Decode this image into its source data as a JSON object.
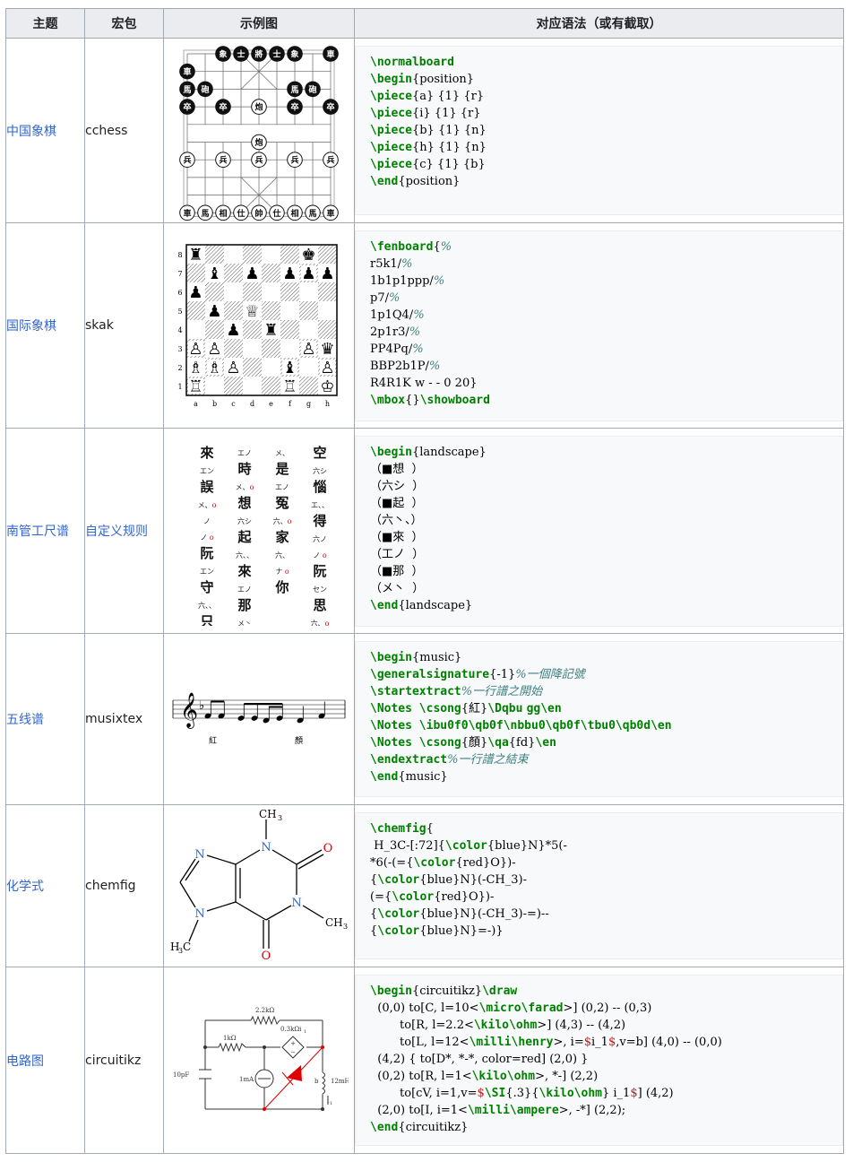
{
  "headers": [
    "主题",
    "宏包",
    "示例图",
    "对应语法（或有截取）"
  ],
  "rows": [
    {
      "topic": "中国象棋",
      "topic_link": true,
      "package": "cchess",
      "package_link": false,
      "code": [
        [
          [
            "kw",
            "\\normalboard"
          ]
        ],
        [
          [
            "kw",
            "\\begin"
          ],
          [
            "t",
            "{position}"
          ]
        ],
        [
          [
            "kw",
            "\\piece"
          ],
          [
            "t",
            "{a} {1} {r}"
          ]
        ],
        [
          [
            "kw",
            "\\piece"
          ],
          [
            "t",
            "{i} {1} {r}"
          ]
        ],
        [
          [
            "kw",
            "\\piece"
          ],
          [
            "t",
            "{b} {1} {n}"
          ]
        ],
        [
          [
            "kw",
            "\\piece"
          ],
          [
            "t",
            "{h} {1} {n}"
          ]
        ],
        [
          [
            "kw",
            "\\piece"
          ],
          [
            "t",
            "{c} {1} {b}"
          ]
        ],
        [
          [
            "kw",
            "\\end"
          ],
          [
            "t",
            "{position}"
          ]
        ]
      ]
    },
    {
      "topic": "国际象棋",
      "topic_link": true,
      "package": "skak",
      "package_link": false,
      "code": [
        [
          [
            "kw",
            "\\fenboard"
          ],
          [
            "t",
            "{"
          ],
          [
            "cm",
            "%"
          ]
        ],
        [
          [
            "t",
            "r5k1/"
          ],
          [
            "cm",
            "%"
          ]
        ],
        [
          [
            "t",
            "1b1p1ppp/"
          ],
          [
            "cm",
            "%"
          ]
        ],
        [
          [
            "t",
            "p7/"
          ],
          [
            "cm",
            "%"
          ]
        ],
        [
          [
            "t",
            "1p1Q4/"
          ],
          [
            "cm",
            "%"
          ]
        ],
        [
          [
            "t",
            "2p1r3/"
          ],
          [
            "cm",
            "%"
          ]
        ],
        [
          [
            "t",
            "PP4Pq/"
          ],
          [
            "cm",
            "%"
          ]
        ],
        [
          [
            "t",
            "BBP2b1P/"
          ],
          [
            "cm",
            "%"
          ]
        ],
        [
          [
            "t",
            "R4R1K w - - 0 20}"
          ]
        ],
        [
          [
            "kw",
            "\\mbox"
          ],
          [
            "t",
            "{}"
          ],
          [
            "kw",
            "\\showboard"
          ]
        ]
      ]
    },
    {
      "topic": "南管工尺谱",
      "topic_link": true,
      "package": "自定义规则",
      "package_link": true,
      "code": [
        [
          [
            "kw",
            "\\begin"
          ],
          [
            "t",
            "{landscape}"
          ]
        ],
        [
          [
            "t",
            "（■想  ）"
          ]
        ],
        [
          [
            "t",
            "（六シ  ）"
          ]
        ],
        [
          [
            "t",
            "（■起  ）"
          ]
        ],
        [
          [
            "t",
            "（六丶、）"
          ]
        ],
        [
          [
            "t",
            "（■來  ）"
          ]
        ],
        [
          [
            "t",
            "（工ノ  ）"
          ]
        ],
        [
          [
            "t",
            "（■那  ）"
          ]
        ],
        [
          [
            "t",
            "（メ丶  ）"
          ]
        ],
        [
          [
            "kw",
            "\\end"
          ],
          [
            "t",
            "{landscape}"
          ]
        ]
      ]
    },
    {
      "topic": "五线谱",
      "topic_link": true,
      "package": "musixtex",
      "package_link": false,
      "code": [
        [
          [
            "kw",
            "\\begin"
          ],
          [
            "t",
            "{music}"
          ]
        ],
        [
          [
            "kw",
            "\\generalsignature"
          ],
          [
            "t",
            "{-1}"
          ],
          [
            "cm",
            "%一個降記號"
          ]
        ],
        [
          [
            "kw",
            "\\startextract"
          ],
          [
            "cm",
            "%一行譜之開始"
          ]
        ],
        [
          [
            "kw",
            "\\Notes \\csong"
          ],
          [
            "t",
            "{紅}"
          ],
          [
            "kw",
            "\\Dqbu"
          ],
          [
            "t",
            " "
          ],
          [
            "kw",
            "gg\\en"
          ]
        ],
        [
          [
            "kw",
            "\\Notes \\ibu0f0\\qb0f\\nbbu0\\qb0f\\tbu0\\qb0d\\en"
          ]
        ],
        [
          [
            "kw",
            "\\Notes \\csong"
          ],
          [
            "t",
            "{顏}"
          ],
          [
            "kw",
            "\\qa"
          ],
          [
            "t",
            "{fd}"
          ],
          [
            "kw",
            "\\en"
          ]
        ],
        [
          [
            "kw",
            "\\endextract"
          ],
          [
            "cm",
            "%一行譜之結束"
          ]
        ],
        [
          [
            "kw",
            "\\end"
          ],
          [
            "t",
            "{music}"
          ]
        ]
      ]
    },
    {
      "topic": "化学式",
      "topic_link": true,
      "package": "chemfig",
      "package_link": false,
      "code": [
        [
          [
            "kw",
            "\\chemfig"
          ],
          [
            "t",
            "{"
          ]
        ],
        [
          [
            "t",
            " H_3C-[:72]{"
          ],
          [
            "kw",
            "\\color"
          ],
          [
            "t",
            "{blue}N}*5(-"
          ]
        ],
        [
          [
            "t",
            "*6(-(={"
          ],
          [
            "kw",
            "\\color"
          ],
          [
            "t",
            "{red}O})-"
          ]
        ],
        [
          [
            "t",
            "{"
          ],
          [
            "kw",
            "\\color"
          ],
          [
            "t",
            "{blue}N}(-CH_3)-"
          ]
        ],
        [
          [
            "t",
            "(={"
          ],
          [
            "kw",
            "\\color"
          ],
          [
            "t",
            "{red}O})-"
          ]
        ],
        [
          [
            "t",
            "{"
          ],
          [
            "kw",
            "\\color"
          ],
          [
            "t",
            "{blue}N}(-CH_3)-=)--"
          ]
        ],
        [
          [
            "t",
            "{"
          ],
          [
            "kw",
            "\\color"
          ],
          [
            "t",
            "{blue}N}=-)}"
          ]
        ]
      ]
    },
    {
      "topic": "电路图",
      "topic_link": true,
      "package": "circuitikz",
      "package_link": false,
      "code": [
        [
          [
            "kw",
            "\\begin"
          ],
          [
            "t",
            "{circuitikz}"
          ],
          [
            "kw",
            "\\draw"
          ]
        ],
        [
          [
            "t",
            "  (0,0) to[C, l=10<"
          ],
          [
            "kw",
            "\\micro\\farad"
          ],
          [
            "t",
            ">] (0,2) -- (0,3)"
          ]
        ],
        [
          [
            "t",
            "        to[R, l=2.2<"
          ],
          [
            "kw",
            "\\kilo\\ohm"
          ],
          [
            "t",
            ">] (4,3) -- (4,2)"
          ]
        ],
        [
          [
            "t",
            "        to[L, l=12<"
          ],
          [
            "kw",
            "\\milli\\henry"
          ],
          [
            "t",
            ">, i="
          ],
          [
            "dl",
            "$"
          ],
          [
            "t",
            "i_1"
          ],
          [
            "dl",
            "$"
          ],
          [
            "t",
            ",v=b] (4,0) -- (0,0)"
          ]
        ],
        [
          [
            "t",
            "  (4,2) { to[D*, *-*, color=red] (2,0) }"
          ]
        ],
        [
          [
            "t",
            "  (0,2) to[R, l=1<"
          ],
          [
            "kw",
            "\\kilo\\ohm"
          ],
          [
            "t",
            ">, *-] (2,2)"
          ]
        ],
        [
          [
            "t",
            "        to[cV, i=1,v="
          ],
          [
            "dl",
            "$"
          ],
          [
            "kw",
            "\\SI"
          ],
          [
            "t",
            "{.3}{"
          ],
          [
            "kw",
            "\\kilo\\ohm"
          ],
          [
            "t",
            "} i_1"
          ],
          [
            "dl",
            "$"
          ],
          [
            "t",
            "] (4,2)"
          ]
        ],
        [
          [
            "t",
            "  (2,0) to[I, i=1<"
          ],
          [
            "kw",
            "\\milli\\ampere"
          ],
          [
            "t",
            ">, -*] (2,2);"
          ]
        ],
        [
          [
            "kw",
            "\\end"
          ],
          [
            "t",
            "{circuitikz}"
          ]
        ]
      ]
    }
  ],
  "figures": {
    "xiangqi": {
      "top_pieces": [
        "車",
        "馬",
        "象",
        "士",
        "將",
        "士",
        "象",
        "馬",
        "車"
      ],
      "top_cannon": "砲",
      "top_soldier": "卒",
      "bottom_pieces": [
        "車",
        "馬",
        "相",
        "仕",
        "帥",
        "仕",
        "相",
        "馬",
        "車"
      ],
      "bottom_cannon": "炮",
      "bottom_soldier": "兵"
    },
    "chess": {
      "ranks": [
        "8",
        "7",
        "6",
        "5",
        "4",
        "3",
        "2",
        "1"
      ],
      "files": [
        "a",
        "b",
        "c",
        "d",
        "e",
        "f",
        "g",
        "h"
      ],
      "board": [
        [
          "r",
          "",
          "",
          "",
          "",
          "",
          "k",
          ""
        ],
        [
          "",
          "b",
          "",
          "p",
          "",
          "p",
          "p",
          "p"
        ],
        [
          "p",
          "",
          "",
          "",
          "",
          "",
          "",
          ""
        ],
        [
          "",
          "p",
          "",
          "Q",
          "",
          "",
          "",
          ""
        ],
        [
          "",
          "",
          "p",
          "",
          "r",
          "",
          "",
          ""
        ],
        [
          "P",
          "P",
          "",
          "",
          "",
          "",
          "P",
          "q"
        ],
        [
          "B",
          "B",
          "P",
          "",
          "",
          "b",
          "",
          "P"
        ],
        [
          "R",
          "",
          "",
          "",
          "",
          "R",
          "",
          "K"
        ]
      ]
    },
    "nanguan": {
      "columns": [
        [
          [
            "來",
            "big"
          ],
          [
            "エン",
            "small"
          ],
          [
            "誤",
            "big"
          ],
          [
            "メ、o",
            "small"
          ],
          [
            "ノ",
            "small"
          ],
          [
            "ノ o",
            "small"
          ],
          [
            "阮",
            "big"
          ],
          [
            "エン",
            "small"
          ],
          [
            "守",
            "big"
          ],
          [
            "六、、",
            "small"
          ],
          [
            "只",
            "big"
          ]
        ],
        [
          [
            "エノ",
            "small"
          ],
          [
            "時",
            "big"
          ],
          [
            "メ、o",
            "small"
          ],
          [
            "想",
            "big"
          ],
          [
            "六シ",
            "small"
          ],
          [
            "起",
            "big"
          ],
          [
            "六、、",
            "small"
          ],
          [
            "來",
            "big"
          ],
          [
            "エノ",
            "small"
          ],
          [
            "那",
            "big"
          ],
          [
            "メ丶",
            "small"
          ]
        ],
        [
          [
            "メ、",
            "small"
          ],
          [
            "是",
            "big"
          ],
          [
            "エノ",
            "small"
          ],
          [
            "冤",
            "big"
          ],
          [
            "六、o",
            "small"
          ],
          [
            "家",
            "big"
          ],
          [
            "六、",
            "small"
          ],
          [
            "ナ o",
            "small"
          ],
          [
            "你",
            "big"
          ]
        ],
        [
          [
            "空",
            "big"
          ],
          [
            "六シ",
            "small"
          ],
          [
            "惱",
            "big"
          ],
          [
            "エ、、",
            "small"
          ],
          [
            "得",
            "big"
          ],
          [
            "六ノ",
            "small"
          ],
          [
            "ノ o",
            "small"
          ],
          [
            "阮",
            "big"
          ],
          [
            "セン",
            "small"
          ],
          [
            "思",
            "big"
          ],
          [
            "六、o",
            "small"
          ]
        ]
      ]
    },
    "music": {
      "lyric_1": "紅",
      "lyric_2": "顏"
    },
    "chem": {
      "ch3_top": "CH",
      "o": "O",
      "n": "N",
      "ch3_right": "CH",
      "h3c": "H",
      "c": "C",
      "sub3": "3"
    },
    "circuit": {
      "r_top": "2.2kΩ",
      "r_left": "1kΩ",
      "cv_label": "0.3kΩi",
      "cv_sub": "1",
      "cap_label": "10pF",
      "src_label": "1mA",
      "ind_label": "12mH",
      "b_label": "b",
      "i_label": "i",
      "i_sub": "1"
    }
  },
  "colors": {
    "link": "#3366cc",
    "keyword": "#008000",
    "comment": "#408080",
    "dollar": "#ba2121",
    "header_bg": "#eaecf0",
    "code_bg": "#f8f9fa",
    "border": "#a2a9b1",
    "red": "#e00000"
  }
}
